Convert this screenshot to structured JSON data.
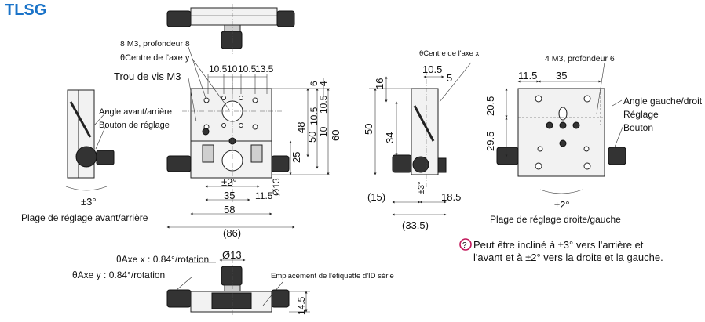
{
  "title": "TLSG",
  "labels": {
    "m3_depth8": "8 M3, profondeur 8",
    "center_axis_y": "θCentre de l'axe y",
    "screw_hole_m3": "Trou de vis M3",
    "center_axis_x": "θCentre de l'axe x",
    "m3_depth6": "4 M3, profondeur 6",
    "front_rear_angle": "Angle avant/arrière",
    "adjust_knob": "Bouton de réglage",
    "left_right_angle": "Angle gauche/droit",
    "reglage": "Réglage",
    "bouton": "Bouton",
    "front_rear_range": "Plage de réglage avant/arrière",
    "left_right_range": "Plage de réglage droite/gauche",
    "axis_x_rot": "θAxe x : 0.84°/rotation",
    "axis_y_rot": "θAxe y : 0.84°/rotation",
    "id_label_location": "Emplacement de l'étiquette d'ID série",
    "note_line1": "Peut être incliné à ±3° vers l'arrière et",
    "note_line2": "l'avant et à ±2° vers la droite et la gauche."
  },
  "dimensions": {
    "top_10_5a": "10.5",
    "top_10a": "10",
    "top_10_5b": "10.5",
    "top_13_5": "13.5",
    "r_6": "6",
    "r_4": "4",
    "r_10_5a": "10.5",
    "r_10_5b": "10.5",
    "r_10": "10",
    "r_48": "48",
    "r_50": "50",
    "r_60": "60",
    "r_25": "25",
    "d_13_vert": "Ø13",
    "pm2_front": "±2°",
    "d_35": "35",
    "d_11_5": "11.5",
    "d_58": "58",
    "d_86": "(86)",
    "side_10_5": "10.5",
    "side_5": "5",
    "side_16": "16",
    "side_50": "50",
    "side_34": "34",
    "side_15": "(15)",
    "side_18_5": "18.5",
    "side_33_5": "(33.5)",
    "side_pm3": "±3°",
    "pm3_left": "±3°",
    "right_11_5": "11.5",
    "right_35": "35",
    "right_20_5": "20.5",
    "right_29_5": "29.5",
    "pm2_right": "±2°",
    "bottom_d13": "Ø13",
    "bottom_14_5": "14.5"
  }
}
